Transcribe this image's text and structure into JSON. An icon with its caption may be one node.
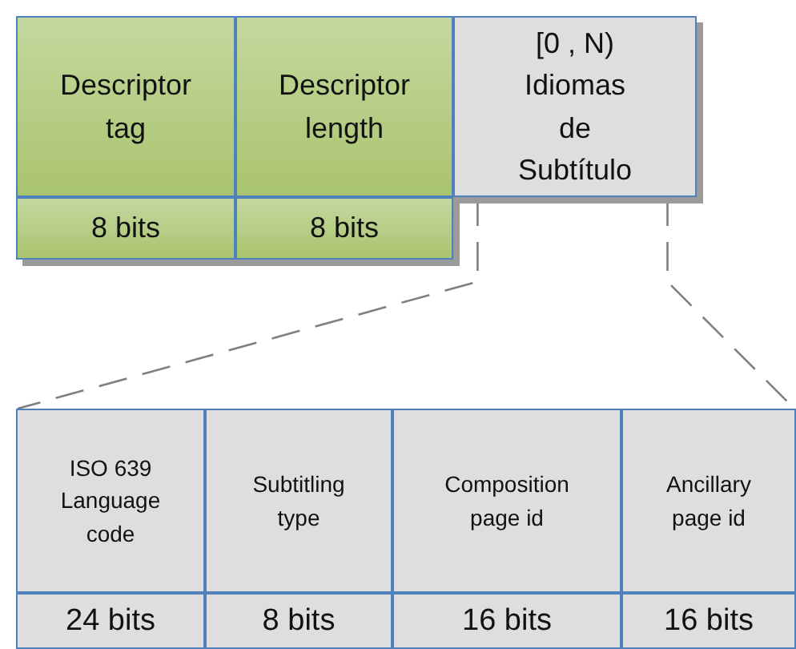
{
  "diagram": {
    "nodes": [
      {
        "text": [
          "Descriptor tag",
          "8 bits"
        ]
      },
      {
        "text": [
          "Descriptor length",
          "8 bits"
        ]
      },
      {
        "text": [
          "[0 , N) Idiomas de Subtítulo"
        ]
      },
      {
        "text": [
          "ISO 639 Language code",
          "24 bits"
        ]
      },
      {
        "text": [
          "Subtitling type",
          "8 bits"
        ]
      },
      {
        "text": [
          "Composition page id",
          "16 bits"
        ]
      },
      {
        "text": [
          "Ancillary page id",
          "16 bits"
        ]
      }
    ],
    "edges": [
      {
        "from": 2,
        "to": 3,
        "arrow": "none",
        "style": "dashed"
      },
      {
        "from": 2,
        "to": 6,
        "arrow": "none",
        "style": "dashed"
      }
    ]
  }
}
